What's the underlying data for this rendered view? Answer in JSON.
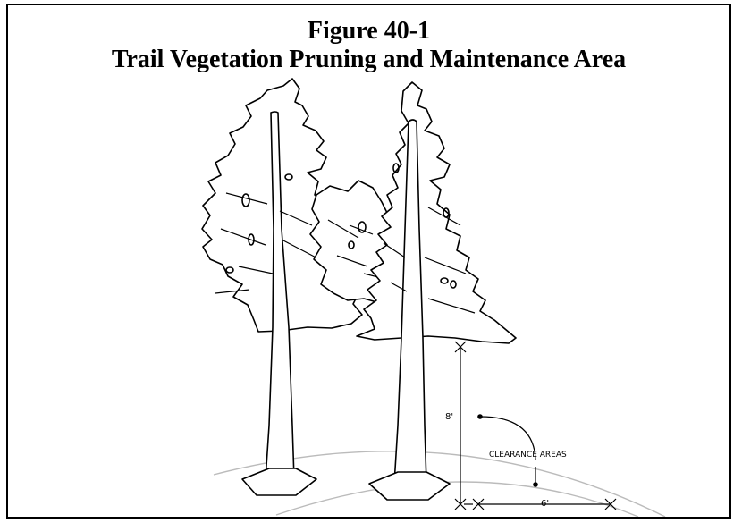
{
  "figure": {
    "number": "Figure 40-1",
    "title": "Trail Vegetation Pruning and Maintenance Area"
  },
  "labels": {
    "height": "8'",
    "width": "6'",
    "clearance": "CLEARANCE AREAS"
  },
  "colors": {
    "line": "#000000",
    "trail_arc": "#bbbbbb",
    "background": "#ffffff"
  }
}
